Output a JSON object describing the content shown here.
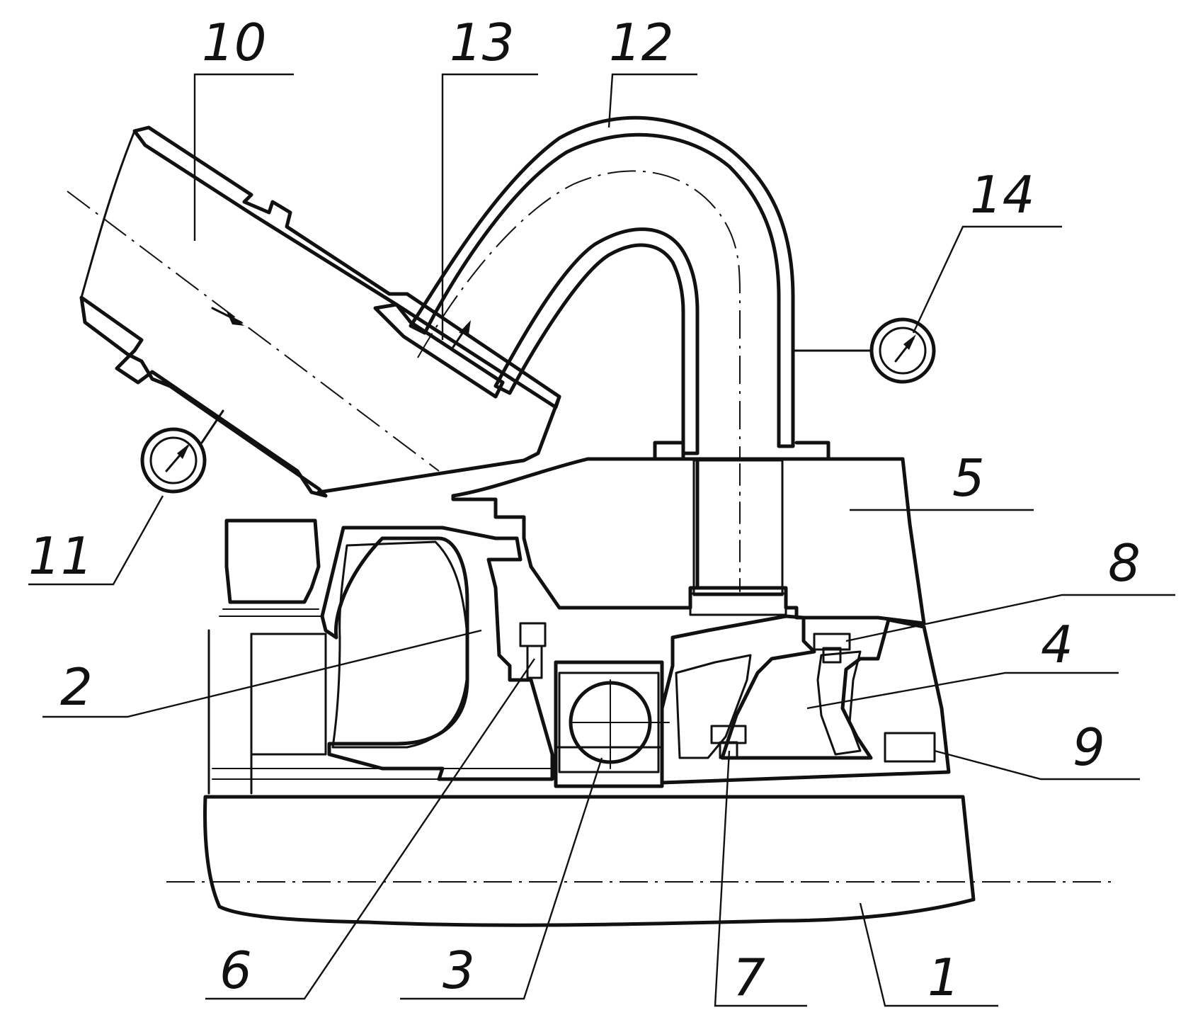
{
  "figure": {
    "callouts": [
      {
        "id": "c1",
        "text": "1"
      },
      {
        "id": "c2",
        "text": "2"
      },
      {
        "id": "c3",
        "text": "3"
      },
      {
        "id": "c4",
        "text": "4"
      },
      {
        "id": "c5",
        "text": "5"
      },
      {
        "id": "c6",
        "text": "6"
      },
      {
        "id": "c7",
        "text": "7"
      },
      {
        "id": "c8",
        "text": "8"
      },
      {
        "id": "c9",
        "text": "9"
      },
      {
        "id": "c10",
        "text": "10"
      },
      {
        "id": "c11",
        "text": "11"
      },
      {
        "id": "c12",
        "text": "12"
      },
      {
        "id": "c13",
        "text": "13"
      },
      {
        "id": "c14",
        "text": "14"
      }
    ]
  }
}
